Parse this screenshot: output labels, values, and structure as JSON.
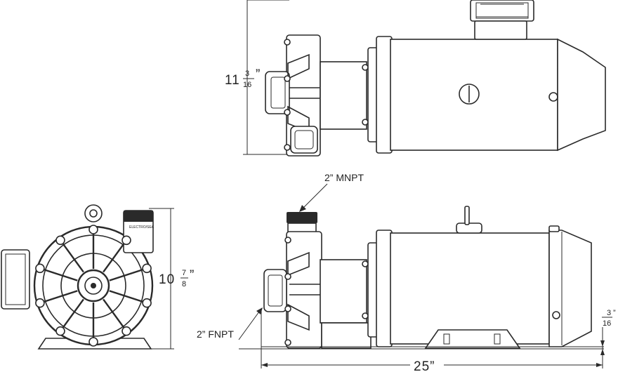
{
  "dimensions": {
    "height_top": {
      "whole": "11",
      "num": "3",
      "den": "16",
      "unit": "”"
    },
    "height_front": {
      "whole": "10",
      "num": "7",
      "den": "8",
      "unit": "”"
    },
    "base_offset": {
      "num": "3",
      "den": "16",
      "unit": "”"
    },
    "length": {
      "text": "25”"
    }
  },
  "callouts": {
    "discharge": "2” MNPT",
    "suction": "2” FNPT"
  },
  "brand": "ELECTRO/SEA"
}
